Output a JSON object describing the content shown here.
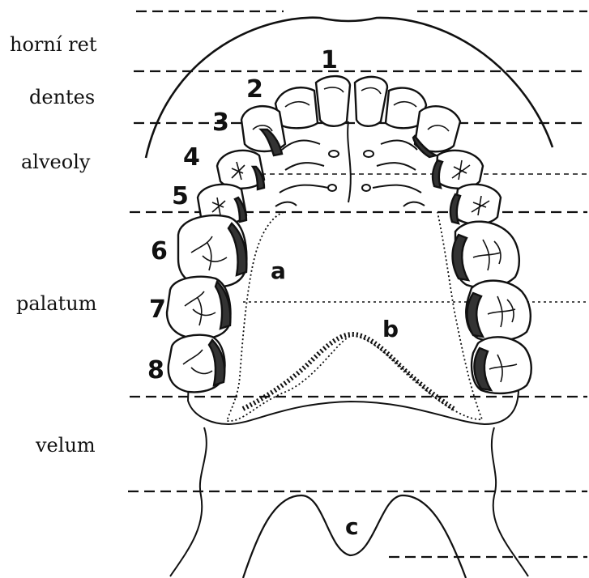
{
  "region_labels": {
    "horni_ret": "horní ret",
    "dentes": "dentes",
    "alveoly": "alveoly",
    "palatum": "palatum",
    "velum": "velum"
  },
  "tooth_numbers": [
    "1",
    "2",
    "3",
    "4",
    "5",
    "6",
    "7",
    "8"
  ],
  "marks": {
    "a": "a",
    "b": "b",
    "c": "c"
  }
}
